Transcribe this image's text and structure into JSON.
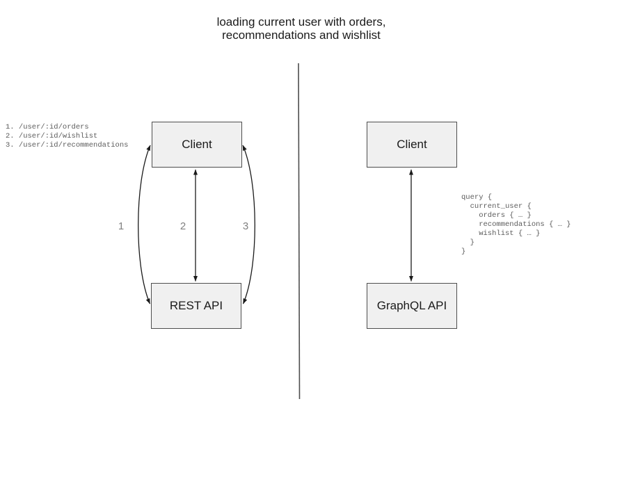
{
  "title": {
    "line1": "loading current user with orders,",
    "line2": "recommendations and wishlist"
  },
  "left_panel": {
    "endpoints": [
      "1. /user/:id/orders",
      "2. /user/:id/wishlist",
      "3. /user/:id/recommendations"
    ],
    "client_label": "Client",
    "api_label": "REST API",
    "arrow_labels": [
      "1",
      "2",
      "3"
    ]
  },
  "right_panel": {
    "client_label": "Client",
    "api_label": "GraphQL API",
    "query_lines": [
      "query {",
      "  current_user {",
      "    orders { … }",
      "    recommendations { … }",
      "    wishlist { … }",
      "  }",
      "}"
    ]
  },
  "colors": {
    "box_fill": "#f0f0f0",
    "box_border": "#4d4d4d",
    "arrow": "#1a1a1a",
    "muted_text": "#5c5c5c",
    "label_gray": "#808080",
    "divider": "#4d4d4d",
    "title_text": "#1a1a1a"
  }
}
